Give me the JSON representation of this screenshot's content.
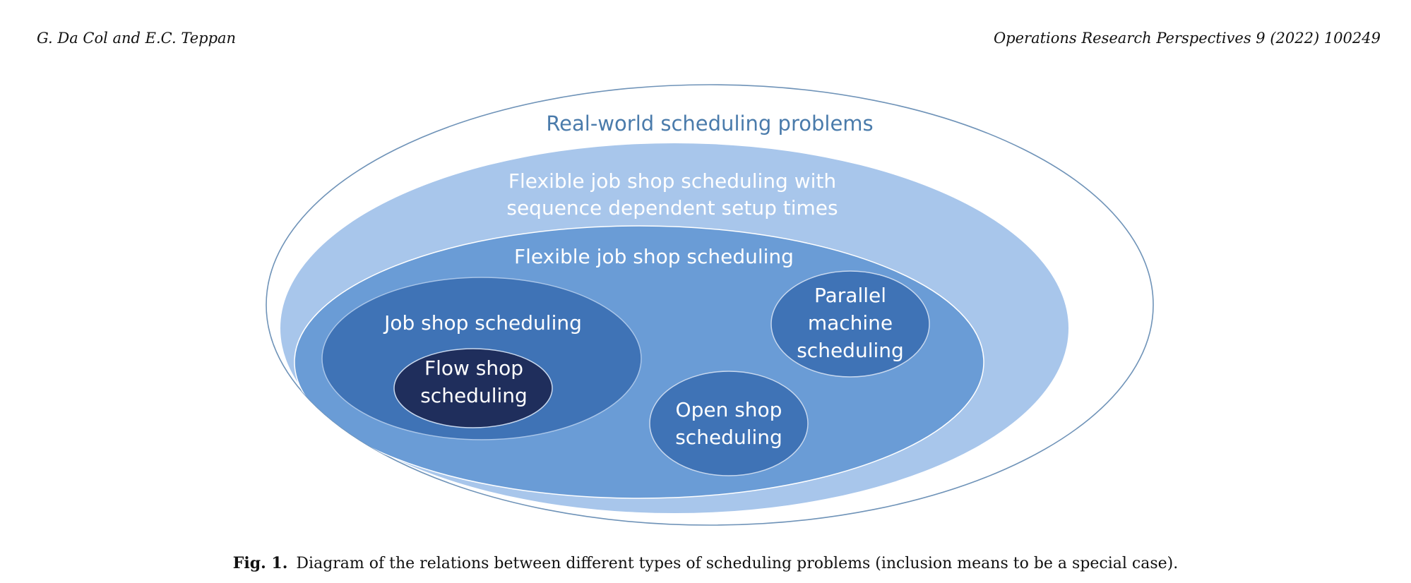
{
  "header": {
    "authors": "G. Da Col and E.C. Teppan",
    "journal": "Operations Research Perspectives 9 (2022) 100249"
  },
  "diagram": {
    "real_world": "Real-world scheduling problems",
    "fjs_sdst_line1": "Flexible job shop scheduling with",
    "fjs_sdst_line2": "sequence dependent setup times",
    "fjs": "Flexible job shop scheduling",
    "job_shop": "Job shop scheduling",
    "flow_shop_line1": "Flow shop",
    "flow_shop_line2": "scheduling",
    "open_shop_line1": "Open shop",
    "open_shop_line2": "scheduling",
    "parallel_line1": "Parallel",
    "parallel_line2": "machine",
    "parallel_line3": "scheduling"
  },
  "colors": {
    "outer_stroke": "#6f93b8",
    "fjs_sdst": "#a8c6eb",
    "fjs": "#6a9cd6",
    "job_shop": "#3f73b6",
    "flow_shop": "#1f2e5c",
    "open_shop": "#3f73b6",
    "parallel": "#3f73b6"
  },
  "caption": {
    "label": "Fig. 1.",
    "text": "Diagram of the relations between different types of scheduling problems (inclusion means to be a special case)."
  }
}
